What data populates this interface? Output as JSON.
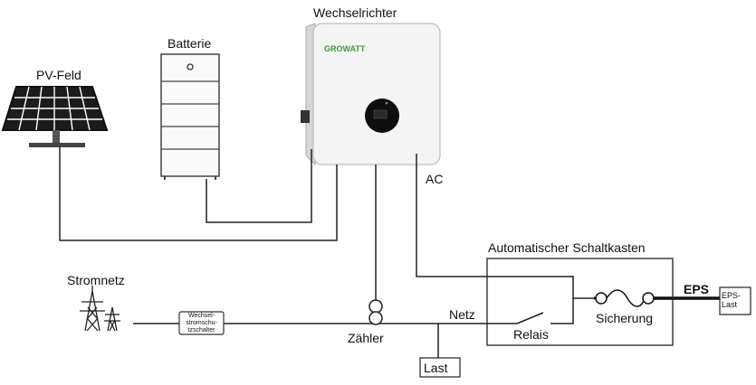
{
  "labels": {
    "inverter": "Wechselrichter",
    "battery": "Batterie",
    "pv": "PV-Feld",
    "ac": "AC",
    "auto_box": "Automatischer  Schaltkasten",
    "eps": "EPS",
    "eps_load": "EPS-\nLast",
    "grid": "Stromnetz",
    "breaker": "Wechsel-\nstromschu-\ntzschalter",
    "grid_line": "Netz",
    "meter": "Zähler",
    "fuse": "Sicherung",
    "relay": "Relais",
    "load": "Last",
    "brand": "GROWATT"
  },
  "colors": {
    "line": "#222222",
    "brand_green": "#3a9d3a",
    "inverter_body": "#f4f4f4",
    "panel_cell": "#1c1c1c"
  }
}
